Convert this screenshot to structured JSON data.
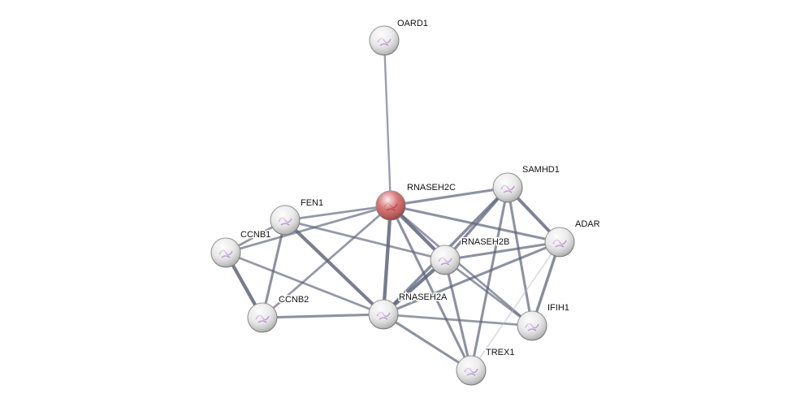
{
  "network": {
    "nodes": [
      {
        "id": "OARD1",
        "label": "OARD1",
        "color": "#e8e8e8",
        "query": false
      },
      {
        "id": "RNASEH2C",
        "label": "RNASEH2C",
        "color": "#d05a5a",
        "query": true
      },
      {
        "id": "SAMHD1",
        "label": "SAMHD1",
        "color": "#e8e8e8",
        "query": false
      },
      {
        "id": "ADAR",
        "label": "ADAR",
        "color": "#e8e8e8",
        "query": false
      },
      {
        "id": "FEN1",
        "label": "FEN1",
        "color": "#e8e8e8",
        "query": false
      },
      {
        "id": "CCNB1",
        "label": "CCNB1",
        "color": "#e8e8e8",
        "query": false
      },
      {
        "id": "RNASEH2B",
        "label": "RNASEH2B",
        "color": "#e8e8e8",
        "query": false
      },
      {
        "id": "RNASEH2A",
        "label": "RNASEH2A",
        "color": "#e8e8e8",
        "query": false
      },
      {
        "id": "CCNB2",
        "label": "CCNB2",
        "color": "#e8e8e8",
        "query": false
      },
      {
        "id": "IFIH1",
        "label": "IFIH1",
        "color": "#e8e8e8",
        "query": false
      },
      {
        "id": "TREX1",
        "label": "TREX1",
        "color": "#e8e8e8",
        "query": false
      }
    ],
    "edges": [
      [
        "OARD1",
        "RNASEH2C",
        0.4
      ],
      [
        "RNASEH2C",
        "SAMHD1",
        0.6
      ],
      [
        "RNASEH2C",
        "ADAR",
        0.6
      ],
      [
        "RNASEH2C",
        "FEN1",
        0.5
      ],
      [
        "RNASEH2C",
        "CCNB1",
        0.5
      ],
      [
        "RNASEH2C",
        "CCNB2",
        0.5
      ],
      [
        "RNASEH2C",
        "RNASEH2A",
        0.95
      ],
      [
        "RNASEH2C",
        "RNASEH2B",
        0.95
      ],
      [
        "RNASEH2C",
        "TREX1",
        0.6
      ],
      [
        "RNASEH2C",
        "IFIH1",
        0.5
      ],
      [
        "FEN1",
        "CCNB1",
        0.5
      ],
      [
        "FEN1",
        "CCNB2",
        0.6
      ],
      [
        "FEN1",
        "RNASEH2A",
        0.9
      ],
      [
        "FEN1",
        "RNASEH2B",
        0.5
      ],
      [
        "CCNB1",
        "CCNB2",
        0.95
      ],
      [
        "CCNB1",
        "RNASEH2A",
        0.5
      ],
      [
        "CCNB2",
        "RNASEH2A",
        0.6
      ],
      [
        "RNASEH2A",
        "RNASEH2B",
        0.95
      ],
      [
        "RNASEH2A",
        "SAMHD1",
        0.7
      ],
      [
        "RNASEH2A",
        "ADAR",
        0.6
      ],
      [
        "RNASEH2A",
        "TREX1",
        0.6
      ],
      [
        "RNASEH2A",
        "IFIH1",
        0.5
      ],
      [
        "RNASEH2B",
        "SAMHD1",
        0.7
      ],
      [
        "RNASEH2B",
        "ADAR",
        0.6
      ],
      [
        "RNASEH2B",
        "TREX1",
        0.6
      ],
      [
        "RNASEH2B",
        "IFIH1",
        0.5
      ],
      [
        "SAMHD1",
        "ADAR",
        0.85
      ],
      [
        "SAMHD1",
        "IFIH1",
        0.6
      ],
      [
        "SAMHD1",
        "TREX1",
        0.6
      ],
      [
        "ADAR",
        "IFIH1",
        0.7
      ],
      [
        "ADAR",
        "TREX1",
        0.2
      ]
    ]
  }
}
